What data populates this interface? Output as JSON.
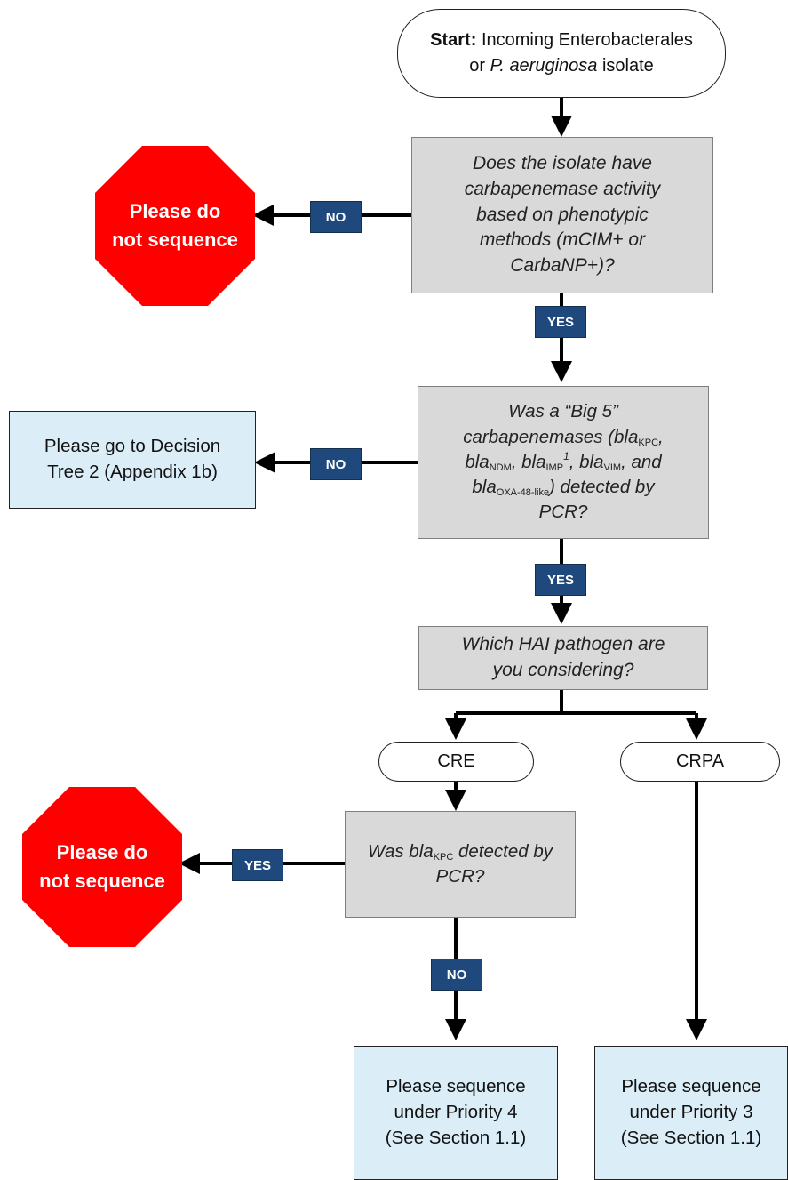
{
  "start": {
    "bold": "Start:",
    "line1_rest": "Incoming Enterobacterales",
    "line2_pre": "or",
    "line2_italic": "P. aeruginosa",
    "line2_post": "isolate"
  },
  "q1": {
    "lines": [
      "Does the isolate have",
      "carbapenemase activity",
      "based on phenotypic",
      "methods (mCIM+ or",
      "CarbaNP+)?"
    ]
  },
  "stop1": {
    "line1": "Please do",
    "line2": "not sequence"
  },
  "q2": {
    "line1a": "Was a “Big 5”",
    "line2a": "carbapenemases (bla",
    "line2sub": "KPC",
    "line2b": ",",
    "line3a": "bla",
    "line3sub1": "NDM",
    "line3b": ", bla",
    "line3sub2": "IMP",
    "line3sup": "1",
    "line3c": ", bla",
    "line3sub3": "VIM",
    "line3d": ", and",
    "line4a": "bla",
    "line4sub": "OXA-48-like",
    "line4b": ") detected by",
    "line5": "PCR?"
  },
  "act1": {
    "line1": "Please go to Decision",
    "line2": "Tree 2 (Appendix 1b)"
  },
  "q3": {
    "lines": [
      "Which HAI pathogen are",
      "you considering?"
    ]
  },
  "cre": {
    "label": "CRE"
  },
  "crpa": {
    "label": "CRPA"
  },
  "q4": {
    "line1a": "Was bla",
    "line1sub": "KPC",
    "line1b": " detected by",
    "line2": "PCR?"
  },
  "stop2": {
    "line1": "Please do",
    "line2": "not sequence"
  },
  "act2": {
    "lines": [
      "Please sequence",
      "under Priority 4",
      "(See Section 1.1)"
    ]
  },
  "act3": {
    "lines": [
      "Please sequence",
      "under Priority 3",
      "(See Section 1.1)"
    ]
  },
  "badges": {
    "no1": "NO",
    "yes1": "YES",
    "no2": "NO",
    "yes2": "YES",
    "yes3": "YES",
    "no3": "NO"
  },
  "colors": {
    "stop_red": "#ff0000",
    "badge_blue": "#1f497d",
    "question_gray": "#d9d9d9",
    "action_blue": "#dbeef8"
  }
}
